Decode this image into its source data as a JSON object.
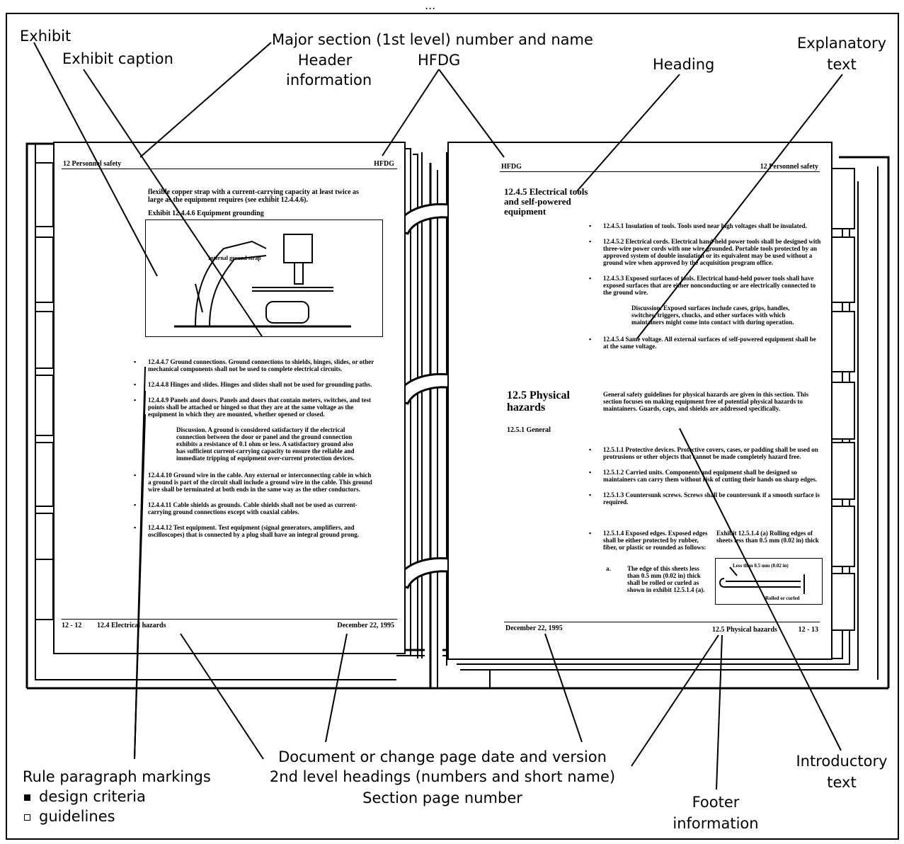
{
  "title_partial": "...",
  "callouts": {
    "exhibit": "Exhibit",
    "exhibit_caption": "Exhibit caption",
    "major_section": "Major section (1st level) number and name",
    "header_info_1": "Header",
    "header_info_2": "information",
    "hfdg": "HFDG",
    "heading": "Heading",
    "explanatory_1": "Explanatory",
    "explanatory_2": "text",
    "doc_date": "Document or change page date and version",
    "second_level": "2nd level headings (numbers and short name)",
    "section_page": "Section page number",
    "rule_markings": "Rule paragraph markings",
    "design_criteria": "design criteria",
    "guidelines": "guidelines",
    "footer_1": "Footer",
    "footer_2": "information",
    "intro_1": "Introductory",
    "intro_2": "text"
  },
  "left_page": {
    "header_left": "12  Personnel safety",
    "header_right": "HFDG",
    "intro_text": "flexible copper strap with a current-carrying capacity at least twice as large as the equipment requires (see exhibit 12.4.4.6).",
    "exhibit_caption": "Exhibit 12.4.4.6  Equipment grounding",
    "exhibit_label": "Internal ground strap",
    "rules": [
      "12.4.4.7  Ground connections.  Ground connections to shields, hinges, slides, or other mechanical components shall not be used to complete electrical circuits.",
      "12.4.4.8  Hinges and slides.  Hinges and slides shall not be used for grounding paths.",
      "12.4.4.9  Panels and doors.  Panels and doors that contain meters, switches, and test points shall be attached or hinged so that they are at the same voltage as the equipment in which they are mounted, whether opened or closed."
    ],
    "discussion": "Discussion.  A ground is considered satisfactory if the electrical connection between the door or panel and the ground connection exhibits a resistance of 0.1 ohm or less.  A satisfactory ground also has sufficient current-carrying capacity to ensure the reliable and immediate tripping of equipment over-current protection devices.",
    "rules2": [
      "12.4.4.10  Ground wire in the cable.  Any external or interconnecting cable in which a ground is part of the circuit shall include a ground wire in the cable.  This ground wire shall be terminated at both ends in the same way as the other conductors.",
      "12.4.4.11  Cable shields as grounds.  Cable shields shall not be used as current-carrying ground connections except with coaxial cables.",
      "12.4.4.12  Test equipment.  Test equipment (signal generators, amplifiers, and oscilloscopes) that is connected by a plug shall have an integral ground prong."
    ],
    "footer_page": "12 - 12",
    "footer_section": "12.4  Electrical hazards",
    "footer_date": "December 22, 1995"
  },
  "right_page": {
    "header_left": "HFDG",
    "header_right": "12  Personnel safety",
    "heading_1": "12.4.5  Electrical tools and self-powered equipment",
    "rules": [
      "12.4.5.1  Insulation of tools.  Tools used near high voltages shall be insulated.",
      "12.4.5.2  Electrical cords.  Electrical hand-held power tools shall be designed with three-wire power cords with one wire grounded.  Portable tools protected by an approved system of double insulation or its equivalent may be used without a ground wire when approved by the acquisition program office.",
      "12.4.5.3  Exposed surfaces of tools.  Electrical hand-held power tools shall have exposed surfaces that are either nonconducting or are electrically connected to the ground wire."
    ],
    "discussion": "Discussion.  Exposed surfaces include cases, grips, handles, switches, triggers, chucks, and other surfaces with which maintainers might come into contact with during operation.",
    "rule_4": "12.4.5.4  Same voltage.  All external surfaces of self-powered equipment shall be at the same voltage.",
    "heading_2": "12.5  Physical hazards",
    "heading_3": "12.5.1  General",
    "intro": "General safety guidelines for physical hazards are given in this section.  This section focuses on making equipment free of potential physical hazards to maintainers.  Guards, caps, and shields are addressed specifically.",
    "rules2": [
      "12.5.1.1  Protective devices.  Protective covers, cases, or padding shall be used on protrusions or other objects that cannot be made completely hazard free.",
      "12.5.1.2  Carried units.  Components and equipment shall be designed so maintainers can carry them without risk of cutting their hands on sharp edges.",
      "12.5.1.3  Countersunk screws.  Screws shall be countersunk if a smooth surface is required."
    ],
    "rule_edges": "12.5.1.4  Exposed edges.  Exposed edges shall be either protected by rubber, fiber, or plastic or rounded as follows:",
    "sub_a_letter": "a.",
    "sub_a": "The edge of this sheets less than 0.5 mm (0.02 in) thick shall be rolled or curled as shown in exhibit 12.5.1.4 (a).",
    "exhibit_caption": "Exhibit 12.5.1.4 (a)  Rolling edges of sheets less than 0.5 mm (0.02 in) thick",
    "exhibit_label_1": "Less than 0.5 mm (0.02 in)",
    "exhibit_label_2": "Rolled or curled",
    "footer_date": "December 22, 1995",
    "footer_section": "12.5  Physical hazards",
    "footer_page": "12 - 13"
  }
}
